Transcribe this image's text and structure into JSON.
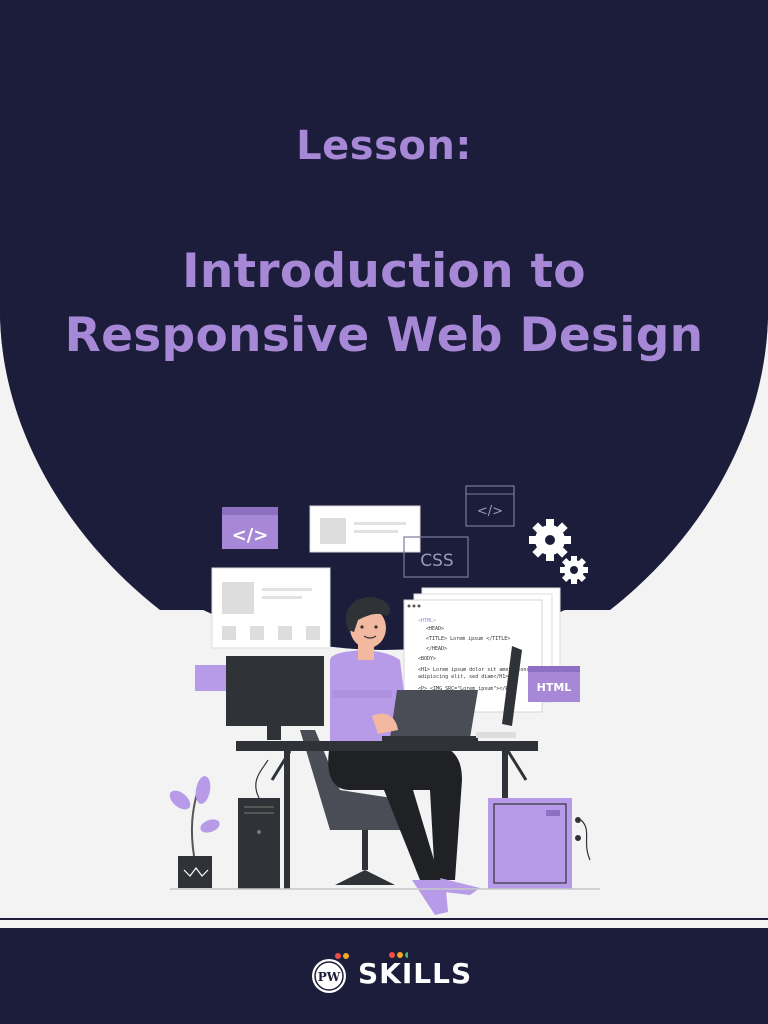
{
  "header": {
    "lesson_label": "Lesson:",
    "title_line1": "Introduction to",
    "title_line2": "Responsive Web Design"
  },
  "illustration": {
    "code_tag": "</>",
    "css_label": "CSS",
    "html_label": "HTML",
    "code_lines": [
      "<HTML>",
      "<HEAD>",
      "<TITLE> Lorem ipsum </TITLE>",
      "</HEAD>",
      "<BODY>",
      "<H1> Lorem ipsum dolor sit amet, consectetur",
      "adipiscing elit, sed diam</H1>",
      "<P> <IMG SRC=\"Lorem ipsum\"></P>"
    ]
  },
  "footer": {
    "logo_mark": "PW",
    "logo_text": "SKILLS"
  },
  "colors": {
    "navy": "#1c1d3b",
    "purple": "#a788d6",
    "light_purple": "#b79ae8",
    "dark_gray": "#2f3237",
    "background": "#f3f3f3"
  }
}
